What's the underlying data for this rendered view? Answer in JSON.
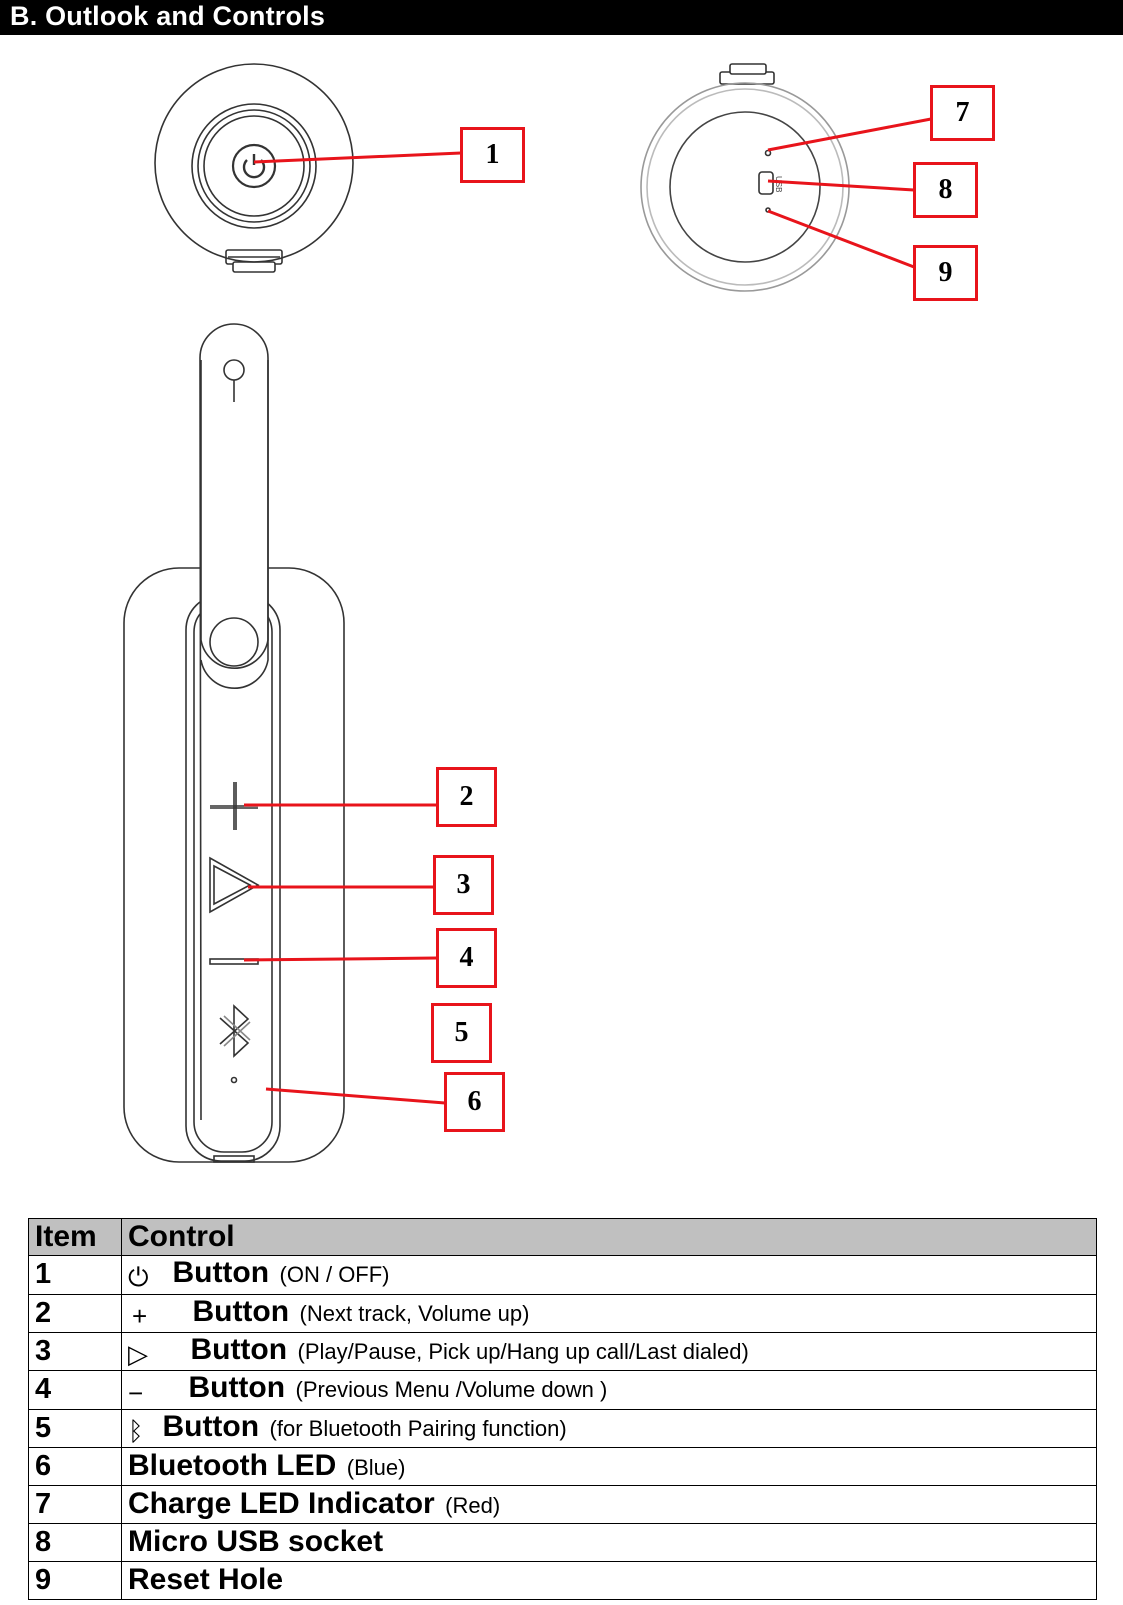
{
  "header": {
    "title": "B.    Outlook and Controls"
  },
  "callouts": [
    "1",
    "2",
    "3",
    "4",
    "5",
    "6",
    "7",
    "8",
    "9"
  ],
  "device_labels": {
    "usb_port": "USB"
  },
  "table": {
    "headers": {
      "item": "Item",
      "control": "Control"
    },
    "rows": [
      {
        "item": "1",
        "symbol": "⏻",
        "symbol_icon": "power-icon",
        "name": "Button",
        "desc": "(ON / OFF)"
      },
      {
        "item": "2",
        "symbol": "+",
        "symbol_icon": "plus-icon",
        "name": "Button",
        "desc": "(Next track, Volume up)"
      },
      {
        "item": "3",
        "symbol": "▷",
        "symbol_icon": "play-icon",
        "name": "Button",
        "desc": "(Play/Pause, Pick up/Hang up call/Last dialed)"
      },
      {
        "item": "4",
        "symbol": "−",
        "symbol_icon": "minus-icon",
        "name": "Button",
        "desc": "(Previous Menu /Volume down )"
      },
      {
        "item": "5",
        "symbol": "ᛒ",
        "symbol_icon": "bluetooth-icon",
        "name": "Button",
        "desc": "(for Bluetooth Pairing function)"
      },
      {
        "item": "6",
        "symbol": "",
        "symbol_icon": "",
        "name": "Bluetooth LED",
        "desc": "(Blue)"
      },
      {
        "item": "7",
        "symbol": "",
        "symbol_icon": "",
        "name": "Charge LED Indicator",
        "desc": "(Red)"
      },
      {
        "item": "8",
        "symbol": "",
        "symbol_icon": "",
        "name": "Micro USB socket",
        "desc": ""
      },
      {
        "item": "9",
        "symbol": "",
        "symbol_icon": "",
        "name": "Reset Hole",
        "desc": ""
      }
    ]
  },
  "colors": {
    "callout_red": "#e8141b",
    "header_bg": "#000000",
    "table_header_bg": "#c0c0c0"
  }
}
